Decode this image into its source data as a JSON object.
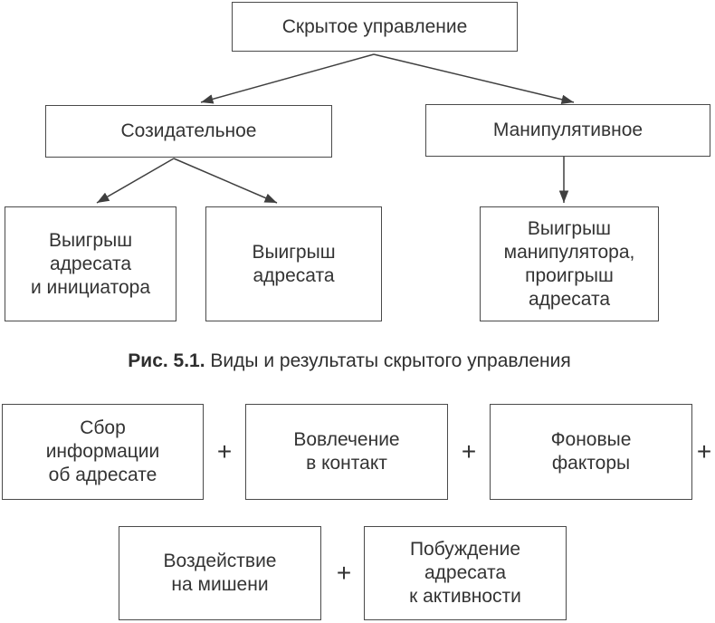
{
  "diagram": {
    "root": {
      "label": "Скрытое управление"
    },
    "level2": [
      {
        "label": "Созидательное"
      },
      {
        "label": "Манипулятивное"
      }
    ],
    "level3": [
      {
        "label": "Выигрыш\nадресата\nи инициатора"
      },
      {
        "label": "Выигрыш\nадресата"
      },
      {
        "label": "Выигрыш\nманипулятора,\nпроигрыш\nадресата"
      }
    ],
    "caption": {
      "bold": "Рис. 5.1.",
      "rest": " Виды и результаты скрытого управления"
    }
  },
  "formula": {
    "plus": "+",
    "row1": [
      {
        "label": "Сбор\nинформации\nоб адресате"
      },
      {
        "label": "Вовлечение\nв контакт"
      },
      {
        "label": "Фоновые\nфакторы"
      }
    ],
    "row2": [
      {
        "label": "Воздействие\nна мишени"
      },
      {
        "label": "Побуждение\nадресата\nк активности"
      }
    ]
  },
  "colors": {
    "background": "#ffffff",
    "border": "#4a4a4a",
    "text": "#333333",
    "arrow": "#3f3f3f"
  }
}
